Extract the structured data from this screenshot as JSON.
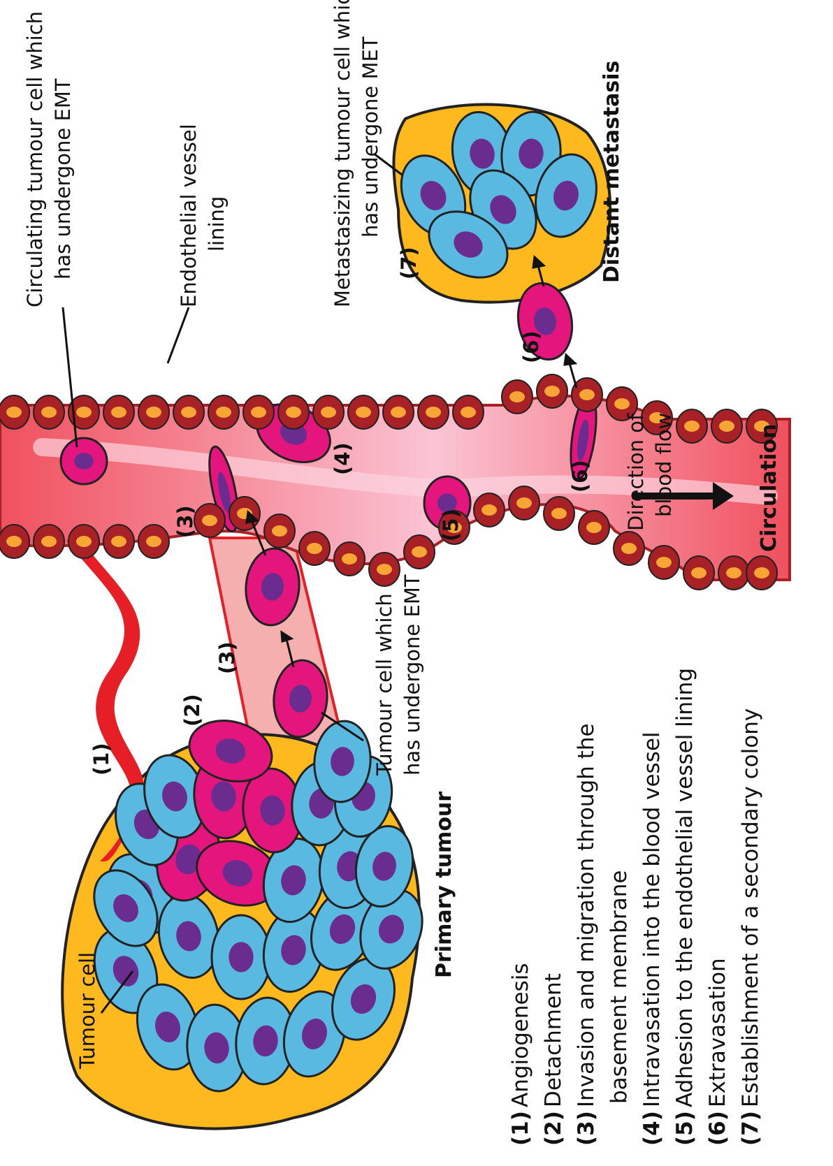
{
  "colors": {
    "tumour_bg": "#FDB91E",
    "cell_blue": "#5AB9E0",
    "cell_magenta": "#E4157D",
    "nucleus": "#6A2C8E",
    "vessel_pink": "#F26F84",
    "vessel_light": "#FBC4D4",
    "endothelial": "#A82126",
    "endothelial_nucleus": "#F7A535",
    "membrane": "#F6AFAF",
    "angio_red": "#E61E25"
  },
  "labels": {
    "tumour_cell": "Tumour cell",
    "primary_tumour": "Primary tumour",
    "emt_cell_line1": "Tumour cell which",
    "emt_cell_line2": "has undergone EMT",
    "circulating_line1": "Circulating tumour cell which",
    "circulating_line2": "has undergone EMT",
    "endothelial_line1": "Endothelial vessel",
    "endothelial_line2": "lining",
    "metastasizing_line1": "Metastasizing tumour cell which",
    "metastasizing_line2": "has undergone MET",
    "distant_metastasis": "Distant metastasis",
    "circulation": "Circulation",
    "flow_line1": "Direction of",
    "flow_line2": "blood flow"
  },
  "step_markers": {
    "s1": "(1)",
    "s2": "(2)",
    "s3a": "(3)",
    "s3b": "(3)",
    "s4": "(4)",
    "s5": "(5)",
    "s6a": "(6)",
    "s6b": "(6)",
    "s7": "(7)"
  },
  "legend": [
    {
      "num": "(1)",
      "text": "Angiogenesis"
    },
    {
      "num": "(2)",
      "text": "Detachment"
    },
    {
      "num": "(3)",
      "text": "Invasion and migration through the"
    },
    {
      "num": "",
      "text": "basement membrane"
    },
    {
      "num": "(4)",
      "text": "Intravasation into the blood vessel"
    },
    {
      "num": "(5)",
      "text": "Adhesion to the endothelial vessel lining"
    },
    {
      "num": "(6)",
      "text": "Extravasation"
    },
    {
      "num": "(7)",
      "text": "Establishment of a secondary colony"
    }
  ]
}
